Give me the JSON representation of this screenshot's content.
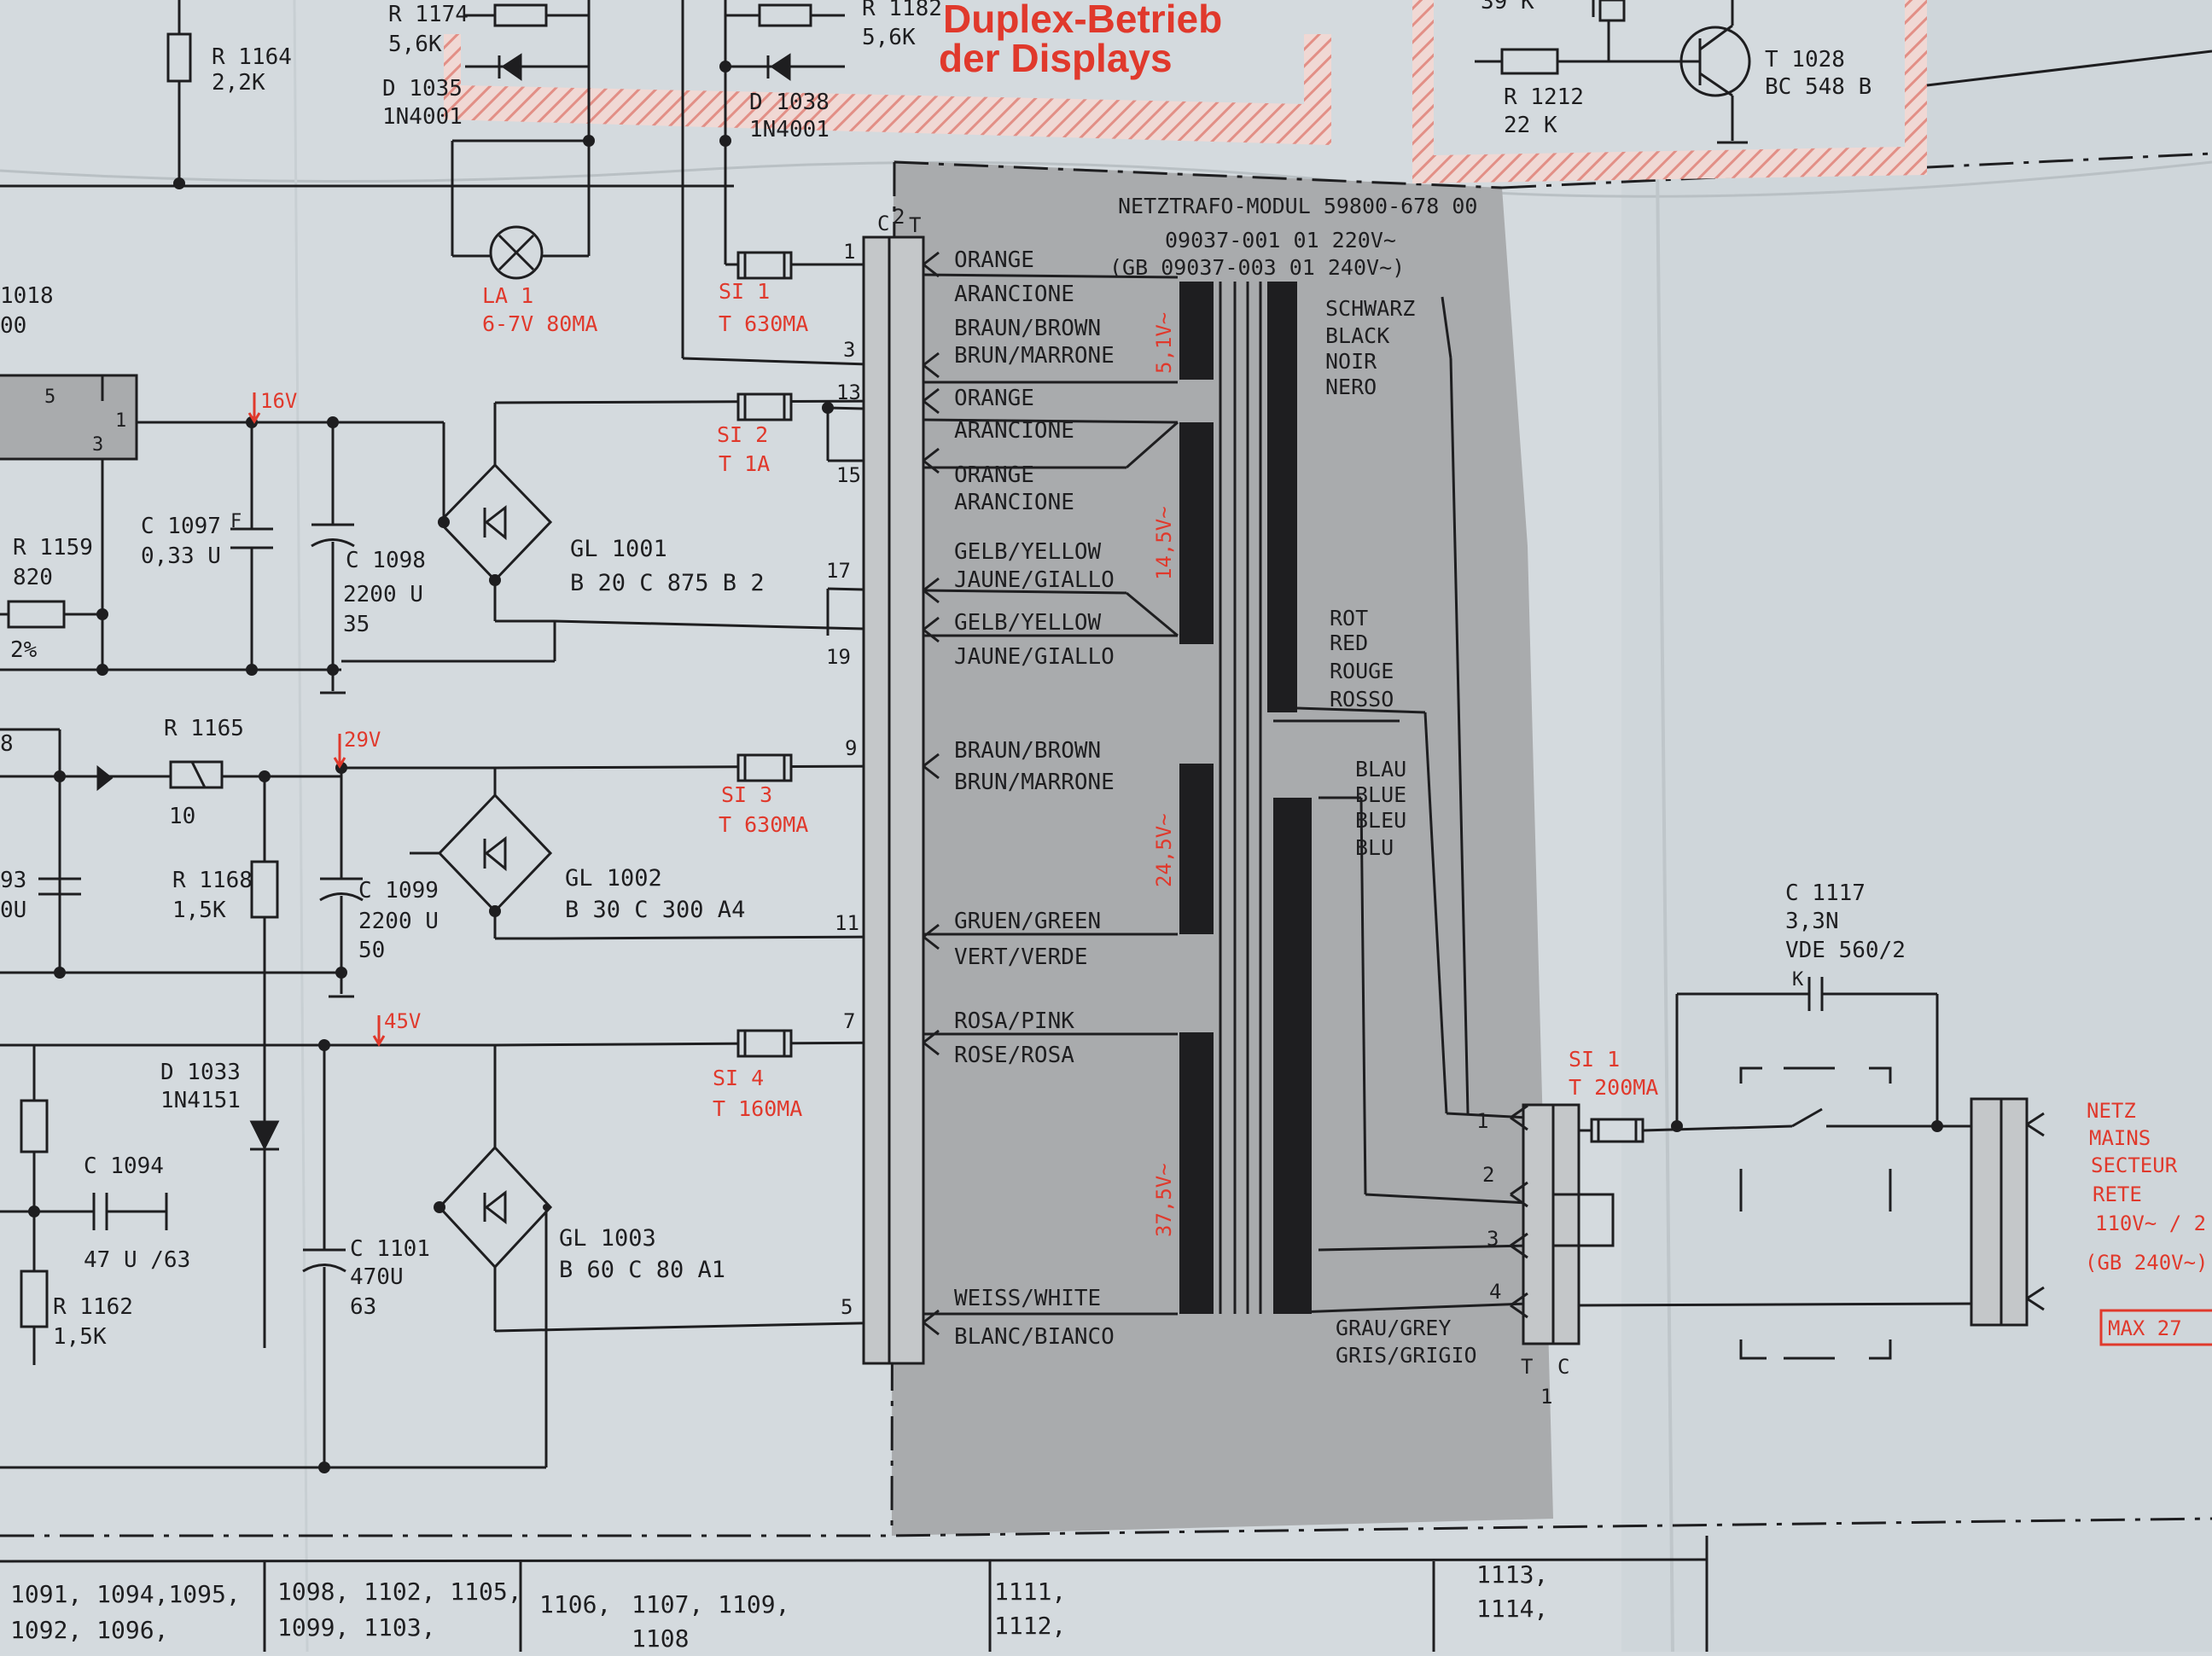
{
  "colors": {
    "paper": "#d4dade",
    "ink": "#1e1e20",
    "red": "#e0392c",
    "shade": "#a9abad",
    "hatch": "#e6a9a2"
  },
  "banner": {
    "line1": "Duplex-Betrieb",
    "line2": "der Displays"
  },
  "module": {
    "title": "NETZTRAFO-MODUL 59800-678 00",
    "part1": "09037-001 01  220V~",
    "part2": "(GB 09037-003 01  240V~)"
  },
  "primary_wires": [
    {
      "pin": "1",
      "label": "ORANGE"
    },
    {
      "pin": "",
      "label": "ARANCIONE"
    },
    {
      "pin": "3",
      "label": "BRAUN/BROWN"
    },
    {
      "pin": "",
      "label": "BRUN/MARRONE"
    },
    {
      "pin": "13",
      "label": "ORANGE"
    },
    {
      "pin": "",
      "label": "ARANCIONE"
    },
    {
      "pin": "15",
      "label": "ORANGE"
    },
    {
      "pin": "",
      "label": "ARANCIONE"
    },
    {
      "pin": "17",
      "label": "GELB/YELLOW"
    },
    {
      "pin": "",
      "label": "JAUNE/GIALLO"
    },
    {
      "pin": "",
      "label": "GELB/YELLOW"
    },
    {
      "pin": "19",
      "label": "JAUNE/GIALLO"
    },
    {
      "pin": "9",
      "label": "BRAUN/BROWN"
    },
    {
      "pin": "",
      "label": "BRUN/MARRONE"
    },
    {
      "pin": "11",
      "label": "GRUEN/GREEN"
    },
    {
      "pin": "",
      "label": "VERT/VERDE"
    },
    {
      "pin": "7",
      "label": "ROSA/PINK"
    },
    {
      "pin": "",
      "label": "ROSE/ROSA"
    },
    {
      "pin": "5",
      "label": "WEISS/WHITE"
    },
    {
      "pin": "",
      "label": "BLANC/BIANCO"
    }
  ],
  "voltages": [
    "5,1V~",
    "14,5V~",
    "24,5V~",
    "37,5V~"
  ],
  "right_wires": {
    "black": [
      "SCHWARZ",
      "BLACK",
      "NOIR",
      "NERO"
    ],
    "red": [
      "ROT",
      "RED",
      "ROUGE",
      "ROSSO"
    ],
    "blue": [
      "BLAU",
      "BLUE",
      "BLEU",
      "BLU"
    ],
    "grey": [
      "GRAU/GREY",
      "GRIS/GRIGIO"
    ]
  },
  "connector_labels": {
    "c": "C",
    "t": "T",
    "num2": "2",
    "right_t": "T",
    "right_c": "C",
    "right_num": "1",
    "pins": [
      "1",
      "2",
      "3",
      "4"
    ]
  },
  "fuses": [
    {
      "name": "SI 1",
      "value": "T 630MA"
    },
    {
      "name": "SI 2",
      "value": "T 1A"
    },
    {
      "name": "SI 3",
      "value": "T 630MA"
    },
    {
      "name": "SI 4",
      "value": "T 160MA"
    },
    {
      "name": "SI 1",
      "value": "T 200MA"
    }
  ],
  "voltage_taps": [
    "16V",
    "29V",
    "45V"
  ],
  "lamp": {
    "name": "LA 1",
    "value": "6-7V  80MA"
  },
  "rectifiers": [
    {
      "name": "GL 1001",
      "value": "B 20 C 875 B 2"
    },
    {
      "name": "GL 1002",
      "value": "B 30 C 300 A4"
    },
    {
      "name": "GL 1003",
      "value": "B 60 C 80 A1"
    }
  ],
  "components": {
    "r1164": {
      "name": "R 1164",
      "value": "2,2K"
    },
    "r1174": {
      "name": "R 1174",
      "value": "5,6K"
    },
    "d1035": {
      "name": "D 1035",
      "value": "1N4001"
    },
    "r1182": {
      "name": "R 1182",
      "value": "5,6K"
    },
    "d1038": {
      "name": "D 1038",
      "value": "1N4001"
    },
    "r1212": {
      "name": "R 1212",
      "value": "22 K"
    },
    "t1028": {
      "name": "T 1028",
      "value": "BC 548 B"
    },
    "r1212_top": "39 K",
    "ic1018": {
      "name": "1018",
      "value": "00",
      "pin5": "5",
      "pin1": "1",
      "pin3": "3"
    },
    "c1097": {
      "name": "C 1097",
      "value": "0,33 U",
      "mark": "F"
    },
    "c1098": {
      "name": "C 1098",
      "value": "2200 U",
      "volt": "35"
    },
    "r1159": {
      "name": "R 1159",
      "value": "820",
      "tol": "2%"
    },
    "r1165": {
      "name": "R 1165",
      "value": "10"
    },
    "r1168": {
      "name": "R 1168",
      "value": "1,5K"
    },
    "c1099": {
      "name": "C 1099",
      "value": "2200 U",
      "volt": "50"
    },
    "c1093": {
      "name": "93",
      "value": "0U"
    },
    "left8": "8",
    "d1033": {
      "name": "D 1033",
      "value": "1N4151"
    },
    "c1094": {
      "name": "C 1094",
      "value": "47 U /63"
    },
    "c1101": {
      "name": "C 1101",
      "value": "470U",
      "volt": "63"
    },
    "r1162": {
      "name": "R 1162",
      "value": "1,5K"
    },
    "c1117": {
      "name": "C 1117",
      "value": "3,3N",
      "spec": "VDE 560/2",
      "mark": "K"
    }
  },
  "mains": {
    "lines": [
      "NETZ",
      "MAINS",
      "SECTEUR",
      "RETE",
      "110V~ / 2",
      "(GB 240V~)"
    ],
    "max": "MAX 27"
  },
  "bottom_refs": [
    {
      "l1": "1091, 1094,1095,",
      "l2": "1092,          1096,"
    },
    {
      "l1": "1098, 1102,  1105,",
      "l2": "1099, 1103,"
    },
    {
      "l1": "1106,",
      "l2": ""
    },
    {
      "l1": "1107, 1109,",
      "l2": "1108"
    },
    {
      "l1": "1111,",
      "l2": "1112,"
    },
    {
      "l1": "1113,",
      "l2": "1114,"
    }
  ]
}
